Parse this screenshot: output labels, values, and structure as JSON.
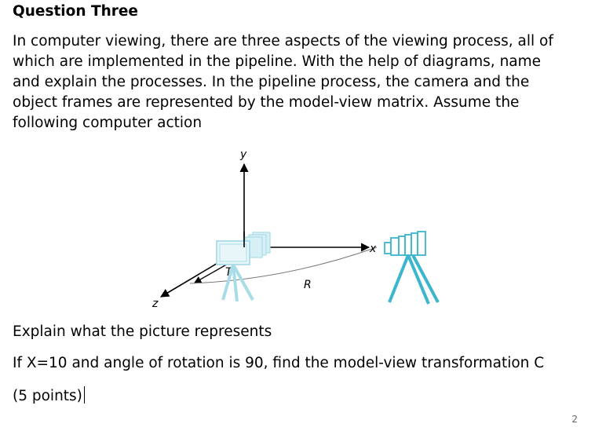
{
  "heading": "Question Three",
  "intro_lines": [
    "In computer viewing, there are three aspects of the viewing process, all of",
    "which are implemented in the pipeline. With the help of diagrams, name",
    "and explain the processes. In the pipeline process, the camera and the",
    "object frames are represented by the model-view matrix. Assume the",
    "following computer action"
  ],
  "diagram": {
    "labels": {
      "y": "y",
      "x": "x",
      "z": "z",
      "t": "T",
      "r": "R"
    },
    "colors": {
      "camera": "#3bb6cc",
      "camera_light": "#a8dde8",
      "axis": "#000000"
    }
  },
  "question_1": "Explain what the picture represents",
  "question_2": "If X=10 and angle of rotation is 90, find the model-view transformation C",
  "points": "(5 points)",
  "page_number": "2"
}
